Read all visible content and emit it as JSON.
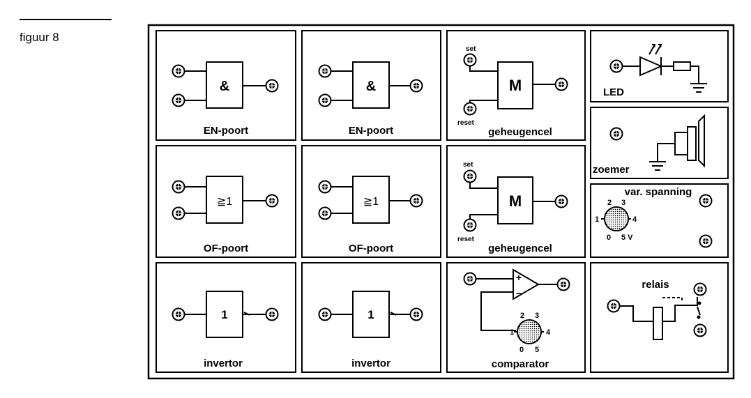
{
  "figure": {
    "label": "figuur 8"
  },
  "modules": {
    "en1": {
      "name": "EN-poort",
      "symbol": "&"
    },
    "en2": {
      "name": "EN-poort",
      "symbol": "&"
    },
    "mem1": {
      "name": "geheugencel",
      "symbol": "M",
      "set": "set",
      "reset": "reset"
    },
    "led": {
      "name": "LED"
    },
    "zoemer": {
      "name": "zoemer"
    },
    "of1": {
      "name": "OF-poort",
      "symbol": "≧1"
    },
    "of2": {
      "name": "OF-poort",
      "symbol": "≧1"
    },
    "mem2": {
      "name": "geheugencel",
      "symbol": "M",
      "set": "set",
      "reset": "reset"
    },
    "varspanning": {
      "name": "var. spanning",
      "dial": {
        "t1": "1",
        "t2": "2",
        "t3": "3",
        "t4": "4",
        "t0": "0",
        "t5": "5 V"
      }
    },
    "inv1": {
      "name": "invertor",
      "symbol": "1"
    },
    "inv2": {
      "name": "invertor",
      "symbol": "1"
    },
    "comparator": {
      "name": "comparator",
      "plus": "+",
      "minus": "−",
      "dial": {
        "t1": "1",
        "t2": "2",
        "t3": "3",
        "t4": "4",
        "t0": "0",
        "t5": "5"
      }
    },
    "relais": {
      "name": "relais"
    }
  }
}
